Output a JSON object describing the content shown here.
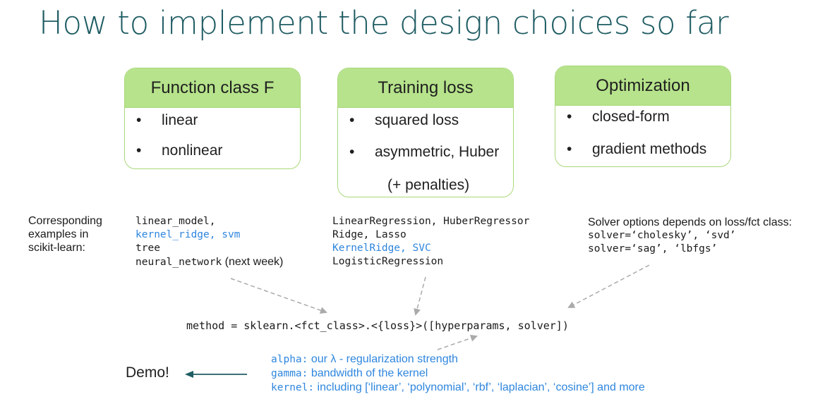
{
  "title": "How  to implement the design choices so far",
  "cards": [
    {
      "header": "Function class F",
      "items": [
        "linear",
        "nonlinear"
      ],
      "note": ""
    },
    {
      "header": "Training loss",
      "items": [
        "squared loss",
        "asymmetric, Huber"
      ],
      "note": "(+ penalties)"
    },
    {
      "header": "Optimization",
      "items": [
        "closed-form",
        "gradient methods"
      ],
      "note": ""
    }
  ],
  "examples_label": [
    "Corresponding",
    "examples in",
    "scikit-learn:"
  ],
  "function_examples": [
    {
      "text": "linear_model,",
      "suffix": ""
    },
    {
      "text": "kernel_ridge, svm",
      "suffix": ""
    },
    {
      "text": "tree",
      "suffix": ""
    },
    {
      "text": "neural_network",
      "suffix": " (next week)"
    }
  ],
  "loss_examples": [
    "LinearRegression, HuberRegressor",
    "Ridge, Lasso",
    "KernelRidge, SVC",
    "LogisticRegression"
  ],
  "solver_heading": "Solver options depends on loss/fct class:",
  "solver_lines": [
    "solver=‘cholesky’, ‘svd’",
    "solver=‘sag’, ‘lbfgs’"
  ],
  "method_line": "method = sklearn.<fct_class>.<{loss}>([hyperparams, solver])",
  "hyperparams": [
    {
      "name": "alpha:",
      "desc": " our λ - regularization strength"
    },
    {
      "name": "gamma:",
      "desc": " bandwidth of the kernel"
    },
    {
      "name": "kernel:",
      "desc": "  including [‘linear’, ‘polynomial’, ‘rbf’, ‘laplacian’,  ‘cosine’] and more"
    }
  ],
  "demo_label": "Demo!",
  "colors": {
    "title": "#1f5c63",
    "card_header": "#b6e38b",
    "card_border": "#a9d87a",
    "highlight": "#2e86de",
    "arrow": "#aaaaaa",
    "demo_arrow": "#1f5c63"
  }
}
